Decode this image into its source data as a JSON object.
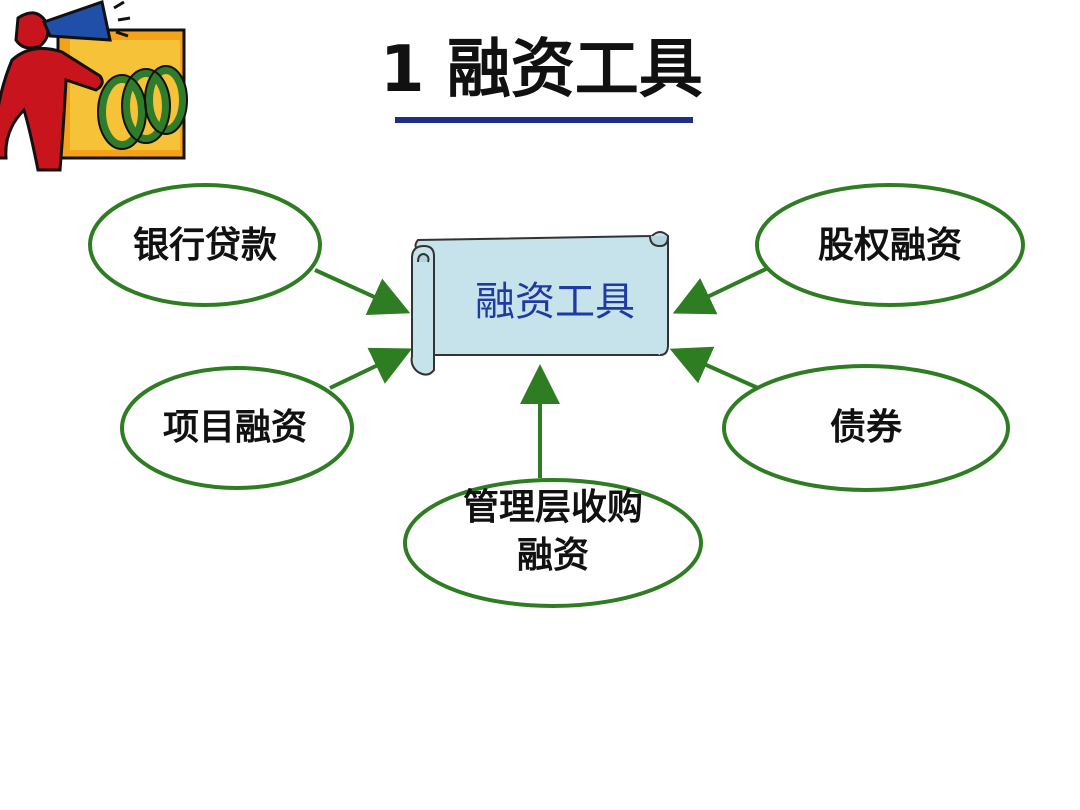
{
  "title": "1 融资工具",
  "center": {
    "label": "融资工具"
  },
  "nodes": [
    {
      "id": "bank",
      "label": "银行贷款"
    },
    {
      "id": "equity",
      "label": "股权融资"
    },
    {
      "id": "project",
      "label": "项目融资"
    },
    {
      "id": "bond",
      "label": "债券"
    },
    {
      "id": "mbo",
      "label_line1": "管理层收购",
      "label_line2": "融资"
    }
  ],
  "colors": {
    "title_underline": "#1f2f86",
    "ellipse_stroke": "#2e7d22",
    "arrow": "#2e7d22",
    "scroll_fill": "#c6e2ea",
    "center_text": "#1f3aa0"
  },
  "clipart": "megaphone-figure-with-rings"
}
